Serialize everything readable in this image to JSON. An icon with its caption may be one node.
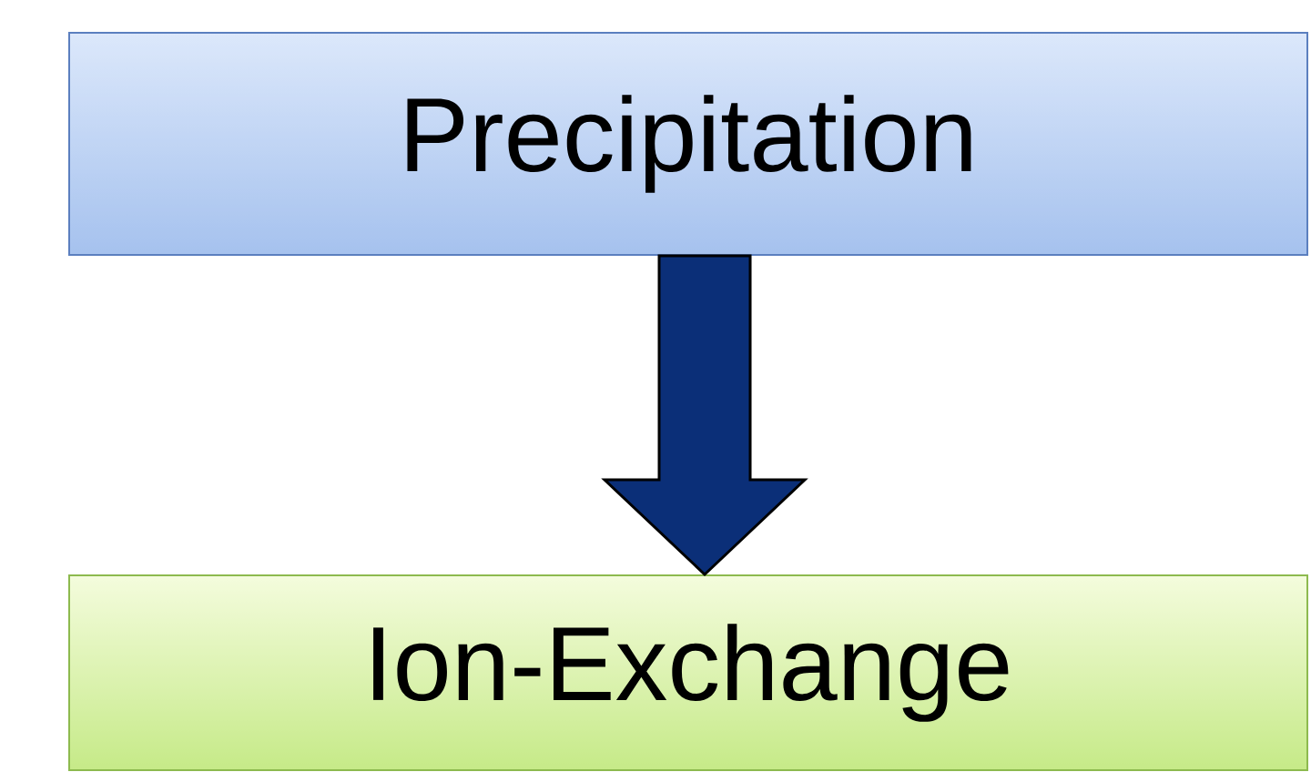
{
  "diagram": {
    "nodes": [
      {
        "text": [
          "Precipitation"
        ]
      },
      {
        "text": [
          "Ion-Exchange"
        ]
      }
    ],
    "edges": [
      {
        "from": 0,
        "to": 1,
        "arrow": "to",
        "style": "thick"
      }
    ]
  }
}
